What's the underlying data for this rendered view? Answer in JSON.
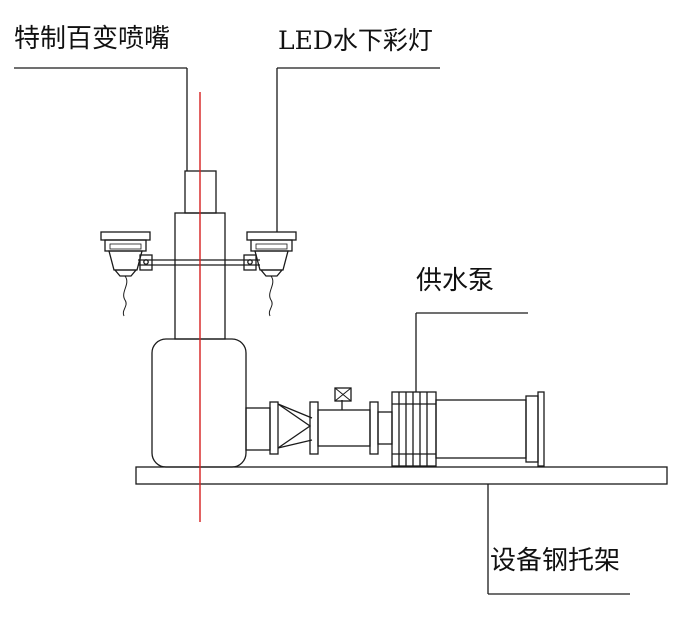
{
  "labels": {
    "nozzle": "特制百变喷嘴",
    "underwater_light": "LED水下彩灯",
    "supply_pump": "供水泵",
    "steel_frame": "设备钢托架"
  },
  "colors": {
    "line": "#1a1a1a",
    "centerline": "#d62020",
    "background": "#ffffff"
  }
}
